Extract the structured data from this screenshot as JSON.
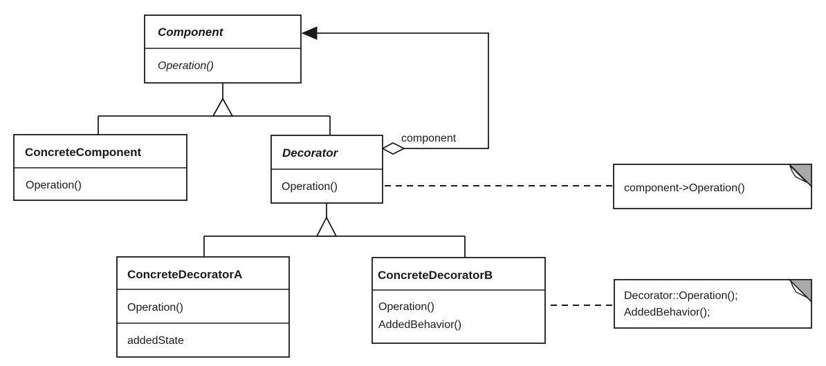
{
  "diagram": {
    "kind": "uml-class-diagram",
    "pattern": "Decorator",
    "colors": {
      "background": "#ffffff",
      "line": "#1a1a1a",
      "note_fold": "#a9a9a9"
    },
    "classes": {
      "component": {
        "name": "Component",
        "abstract": true,
        "operations": [
          "Operation()"
        ]
      },
      "concrete_component": {
        "name": "ConcreteComponent",
        "abstract": false,
        "operations": [
          "Operation()"
        ]
      },
      "decorator": {
        "name": "Decorator",
        "abstract": true,
        "operations": [
          "Operation()"
        ]
      },
      "concrete_decorator_a": {
        "name": "ConcreteDecoratorA",
        "abstract": false,
        "operations": [
          "Operation()"
        ],
        "attributes": [
          "addedState"
        ]
      },
      "concrete_decorator_b": {
        "name": "ConcreteDecoratorB",
        "abstract": false,
        "operations": [
          "Operation()",
          "AddedBehavior()"
        ]
      }
    },
    "relationships": {
      "aggregation_label": "component"
    },
    "notes": {
      "decorator_operation": {
        "lines": [
          "component->Operation()"
        ]
      },
      "concrete_decorator_b_operation": {
        "lines": [
          "Decorator::Operation();",
          "AddedBehavior();"
        ]
      }
    }
  }
}
